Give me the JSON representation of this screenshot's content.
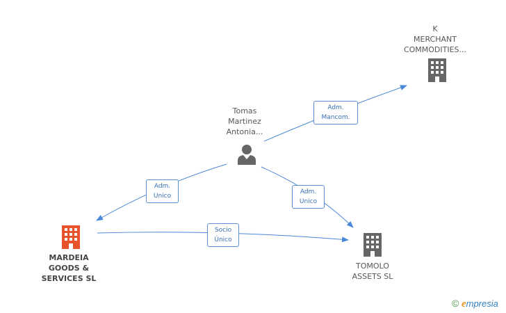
{
  "nodes": {
    "k_merchant": {
      "label": "K\nMERCHANT\nCOMMODITIES...",
      "type": "company",
      "color": "#666666"
    },
    "tomas": {
      "label": "Tomas\nMartinez\nAntonia...",
      "type": "person",
      "color": "#666666"
    },
    "mardeia": {
      "label": "MARDEIA\nGOODS &\nSERVICES SL",
      "type": "company",
      "color": "#e8532b"
    },
    "tomolo": {
      "label": "TOMOLO\nASSETS SL",
      "type": "company",
      "color": "#666666"
    }
  },
  "edges": {
    "tomas_to_k": {
      "label": "Adm.\nMancom."
    },
    "tomas_to_mardeia": {
      "label": "Adm.\nUnico"
    },
    "tomas_to_tomolo": {
      "label": "Adm.\nUnico"
    },
    "mardeia_to_tomolo": {
      "label": "Socio\nÚnico"
    }
  },
  "footer": {
    "copyright_symbol": "©",
    "brand_initial": "e",
    "brand_rest": "mpresia"
  },
  "colors": {
    "edge": "#4a88d8",
    "edge_label_border": "#5b8fd3",
    "edge_label_text": "#3a70b8",
    "node_gray": "#666666",
    "node_highlight": "#e8532b"
  },
  "icons": {
    "company": "building-icon",
    "person": "person-icon"
  }
}
